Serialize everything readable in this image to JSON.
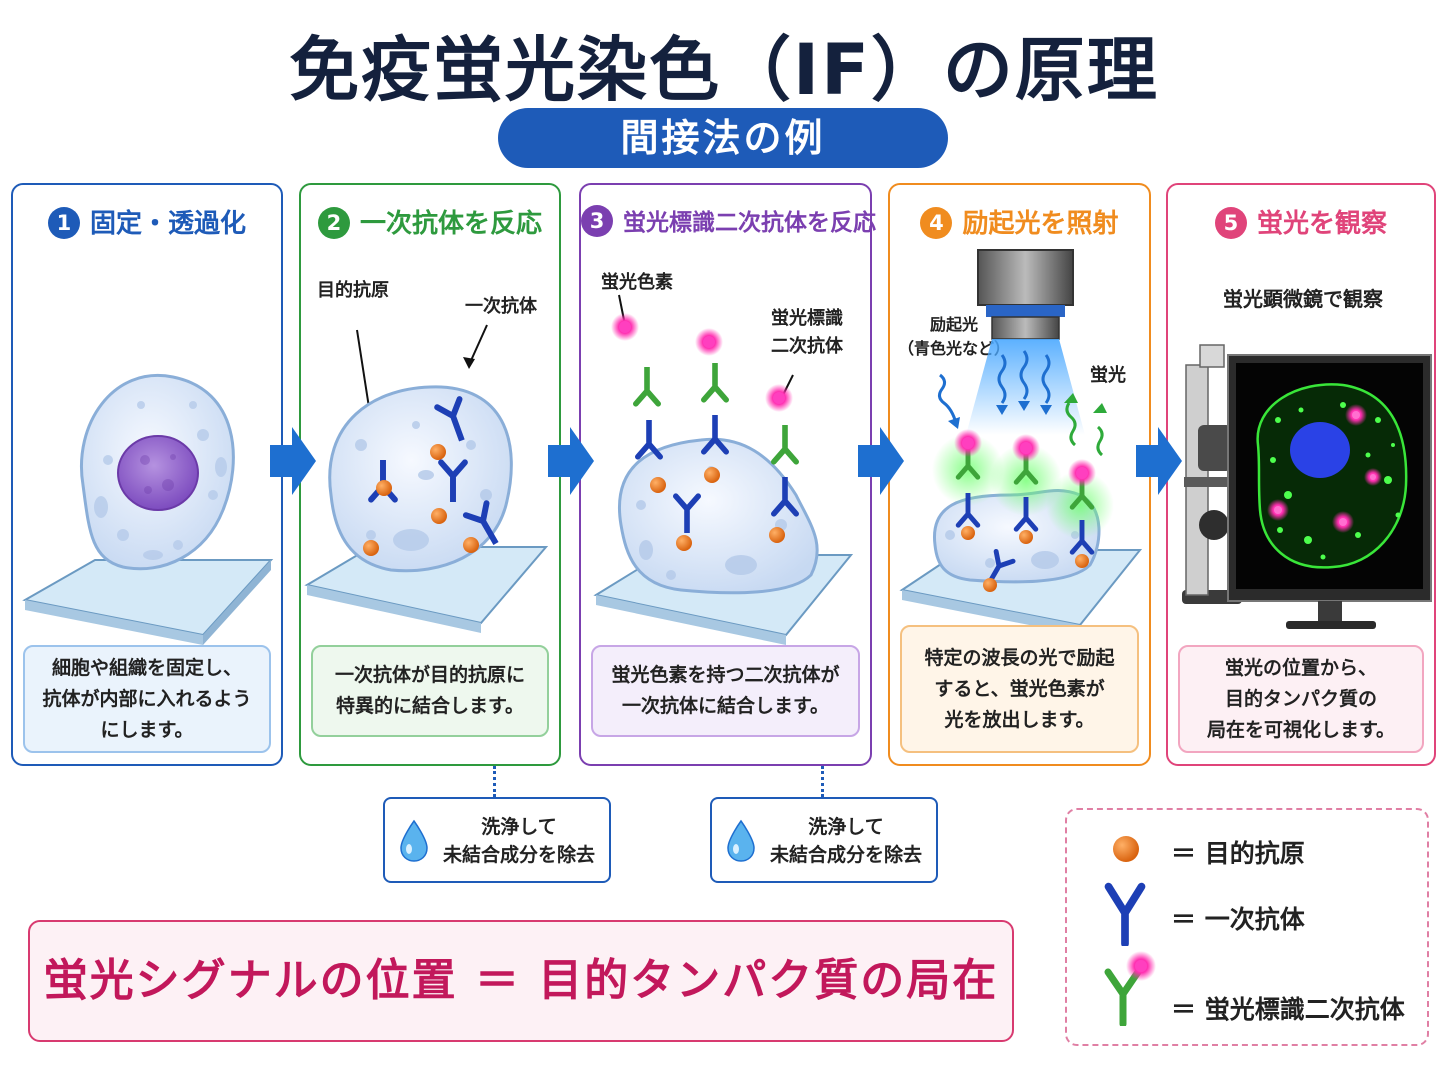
{
  "title": "免疫蛍光染色（IF）の原理",
  "subtitle": "間接法の例",
  "steps": [
    {
      "num": "1",
      "heading": "固定・透過化",
      "color": "#1e5bb8",
      "box": "#eaf3fc",
      "desc": [
        "細胞や組織を固定し、",
        "抗体が内部に入れるよう",
        "にします。"
      ]
    },
    {
      "num": "2",
      "heading": "一次抗体を反応",
      "color": "#2e9a3e",
      "box": "#eef8ee",
      "desc": [
        "一次抗体が目的抗原に",
        "特異的に結合します。"
      ],
      "labels": {
        "antigen": "目的抗原",
        "primary": "一次抗体"
      }
    },
    {
      "num": "3",
      "heading": "蛍光標識二次抗体を反応",
      "color": "#7b3fb0",
      "box": "#f4eefb",
      "desc": [
        "蛍光色素を持つ二次抗体が",
        "一次抗体に結合します。"
      ],
      "labels": {
        "dye": "蛍光色素",
        "secondary_1": "蛍光標識",
        "secondary_2": "二次抗体"
      }
    },
    {
      "num": "4",
      "heading": "励起光を照射",
      "color": "#f08c1f",
      "box": "#fff5e8",
      "desc": [
        "特定の波長の光で励起",
        "すると、蛍光色素が",
        "光を放出します。"
      ],
      "labels": {
        "excite_1": "励起光",
        "excite_2": "（青色光など）",
        "emission": "蛍光"
      }
    },
    {
      "num": "5",
      "heading": "蛍光を観察",
      "color": "#e0447a",
      "box": "#fdf0f4",
      "desc": [
        "蛍光の位置から、",
        "目的タンパク質の",
        "局在を可視化します。"
      ],
      "labels": {
        "observe": "蛍光顕微鏡で観察"
      }
    }
  ],
  "wash": [
    {
      "line1": "洗浄して",
      "line2": "未結合成分を除去"
    },
    {
      "line1": "洗浄して",
      "line2": "未結合成分を除去"
    }
  ],
  "banner": "蛍光シグナルの位置 ＝ 目的タンパク質の局在",
  "legend": [
    {
      "icon": "antigen-dot",
      "text": "＝ 目的抗原"
    },
    {
      "icon": "primary-antibody",
      "text": "＝ 一次抗体"
    },
    {
      "icon": "labeled-secondary-antibody",
      "text": "＝ 蛍光標識二次抗体"
    }
  ],
  "colors": {
    "antigen": "#ee7b1e",
    "primary_antibody": "#1d3fb5",
    "secondary_antibody": "#3ea53a",
    "fluorophore": "#ff2fb0",
    "cell": "#dbe8f8",
    "nucleus": "#9b6fd0",
    "slide": "#cfe5f5",
    "arrow": "#1e6fd0"
  }
}
